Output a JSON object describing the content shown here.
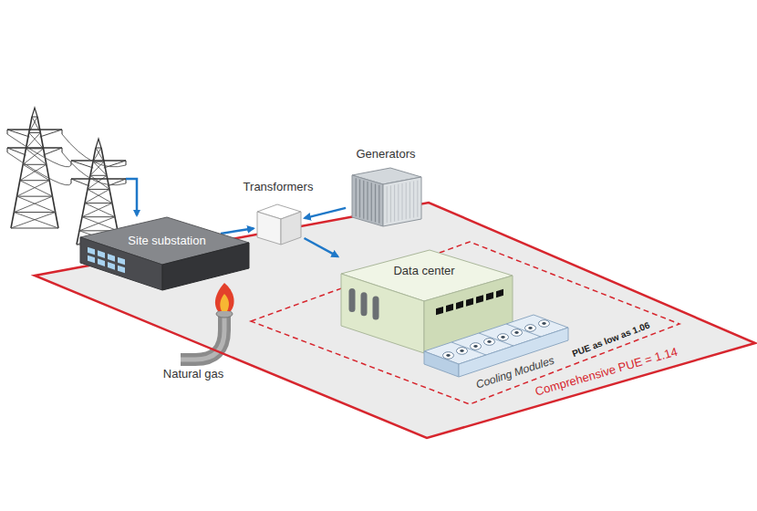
{
  "diagram": {
    "nodes": [
      {
        "text": [
          "Comprehensive PUE = 1.14"
        ]
      },
      {
        "text": [
          "Site substation"
        ],
        "in": 0
      },
      {
        "text": [
          "Transformers"
        ],
        "in": 0
      },
      {
        "text": [
          "Generators"
        ],
        "in": 0
      },
      {
        "text": [
          "PUE as low as 1.06"
        ],
        "in": 0
      },
      {
        "text": [
          "Data center"
        ],
        "in": 4
      },
      {
        "text": [
          "Cooling Modules"
        ],
        "in": 4
      }
    ],
    "edges": [
      {
        "from": 1,
        "to": 2,
        "arrow": "to"
      },
      {
        "from": 3,
        "to": 2,
        "arrow": "to"
      },
      {
        "from": 2,
        "to": 5,
        "arrow": "to"
      }
    ],
    "labels": [
      "Natural gas"
    ]
  }
}
